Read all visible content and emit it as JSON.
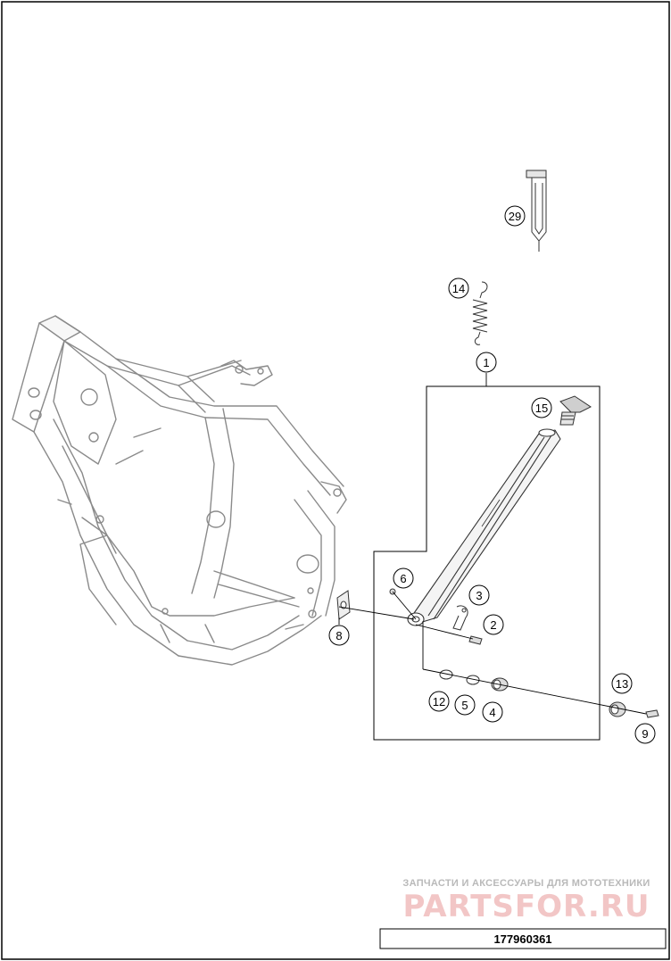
{
  "callouts": [
    {
      "id": "c29",
      "label": "29"
    },
    {
      "id": "c14",
      "label": "14"
    },
    {
      "id": "c1",
      "label": "1"
    },
    {
      "id": "c15",
      "label": "15"
    },
    {
      "id": "c6",
      "label": "6"
    },
    {
      "id": "c3",
      "label": "3"
    },
    {
      "id": "c2",
      "label": "2"
    },
    {
      "id": "c8",
      "label": "8"
    },
    {
      "id": "c13",
      "label": "13"
    },
    {
      "id": "c12",
      "label": "12"
    },
    {
      "id": "c5",
      "label": "5"
    },
    {
      "id": "c4",
      "label": "4"
    },
    {
      "id": "c9",
      "label": "9"
    }
  ],
  "watermark": {
    "subtitle": "ЗАПЧАСТИ И АКСЕССУАРЫ ДЛЯ МОТОТЕХНИКИ",
    "brand": "PARTSFOR.RU"
  },
  "document_number": "177960361"
}
